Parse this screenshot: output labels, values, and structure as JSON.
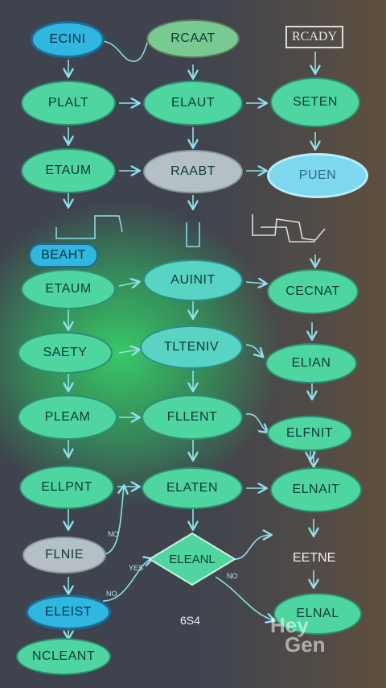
{
  "colors": {
    "background": "#3f434e",
    "node_green": "#4fd6a0",
    "node_gray": "#b4bfc6",
    "node_blue": "#2fb7e0",
    "arrow": "#8fe1ec"
  },
  "nodes": {
    "top_left": "ECINI",
    "top_mid": "RCAAT",
    "top_right": "RCADY",
    "r1_left": "PLALT",
    "r1_mid": "ELAUT",
    "r1_right": "SETEN",
    "r2_left": "ETAUM",
    "r2_mid": "RAABT",
    "r2_right": "PUEN",
    "beaht": "BEAHT",
    "r3_left": "ETAUM",
    "r3_mid": "AUINIT",
    "r3_right": "CECNAT",
    "r4_left": "SAETY",
    "r4_mid": "TLTENIV",
    "r4_right": "ELIAN",
    "r5_left": "PLEAM",
    "r5_mid": "FLLENT",
    "r5_right": "ELFNIT",
    "r6_left": "ELLPNT",
    "r6_mid": "ELATEN",
    "r6_right": "ELNAIT",
    "r7_left": "FLNIE",
    "diamond": "ELEANL",
    "r7_right": "EETNE",
    "r8_left": "ELEIST",
    "r8_mid": "6S4",
    "r8_right": "ELNAL",
    "bottom_left": "NCLEANT"
  },
  "edge_labels": {
    "no_left": "NO",
    "yes": "YES",
    "no_mid": "NO",
    "no_right": "NO"
  },
  "watermark": {
    "line1": "Hey",
    "line2": "Gen"
  }
}
